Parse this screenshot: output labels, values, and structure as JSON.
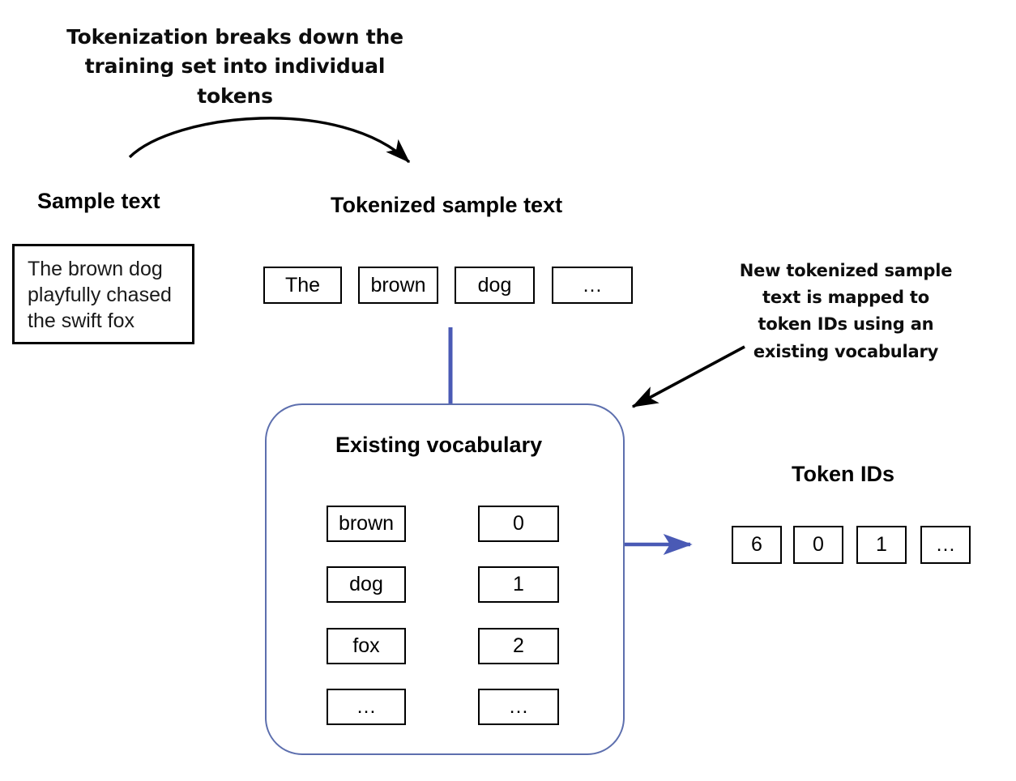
{
  "figure": {
    "background_color": "#ffffff",
    "accent_blue": "#4a5ab5",
    "container_border": "#5d6fae",
    "line_black": "#000000"
  },
  "annotations": {
    "top": {
      "line1": "Tokenization breaks down the",
      "line2": "training set into individual tokens"
    },
    "right": {
      "line1": "New tokenized sample",
      "line2": "text is mapped to",
      "line3": "token IDs using an",
      "line4": "existing vocabulary"
    }
  },
  "headings": {
    "sample_text": "Sample text",
    "tokenized_sample_text": "Tokenized sample text",
    "existing_vocabulary": "Existing vocabulary",
    "token_ids": "Token IDs"
  },
  "sample_text": {
    "line1": "The brown dog",
    "line2": "playfully chased",
    "line3": "the swift fox"
  },
  "tokens": [
    {
      "label": "The"
    },
    {
      "label": "brown"
    },
    {
      "label": "dog"
    },
    {
      "label": "…"
    }
  ],
  "vocabulary": [
    {
      "word": "brown",
      "id": "0"
    },
    {
      "word": "dog",
      "id": "1"
    },
    {
      "word": "fox",
      "id": "2"
    },
    {
      "word": "…",
      "id": "…"
    }
  ],
  "token_ids": [
    {
      "value": "6"
    },
    {
      "value": "0"
    },
    {
      "value": "1"
    },
    {
      "value": "…"
    }
  ],
  "icons": {
    "curved_arrow": "curved-arrow-icon",
    "diagonal_arrow": "diagonal-arrow-icon",
    "blue_connector": "blue-connector-icon",
    "blue_arrow": "blue-arrow-icon",
    "map_arrow": "map-arrow-icon"
  }
}
